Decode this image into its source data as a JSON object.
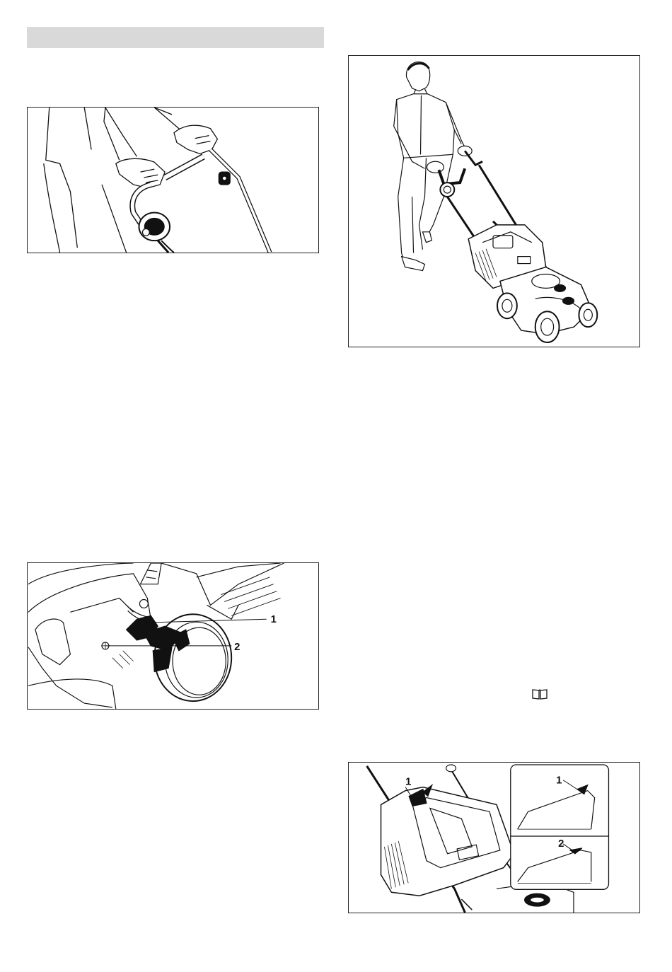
{
  "page": {
    "section_header": "",
    "reference_icon": "book-icon"
  },
  "figures": {
    "handle_grip": {
      "callouts": []
    },
    "walking_with_mower": {
      "callouts": []
    },
    "height_adjust_wheel": {
      "callouts": [
        "1",
        "2"
      ]
    },
    "grass_catcher_indicator": {
      "callouts": [
        "1",
        "1",
        "2"
      ]
    }
  },
  "colors": {
    "line": "#111111",
    "bar": "#d9d9d9",
    "frame": "#222222"
  }
}
